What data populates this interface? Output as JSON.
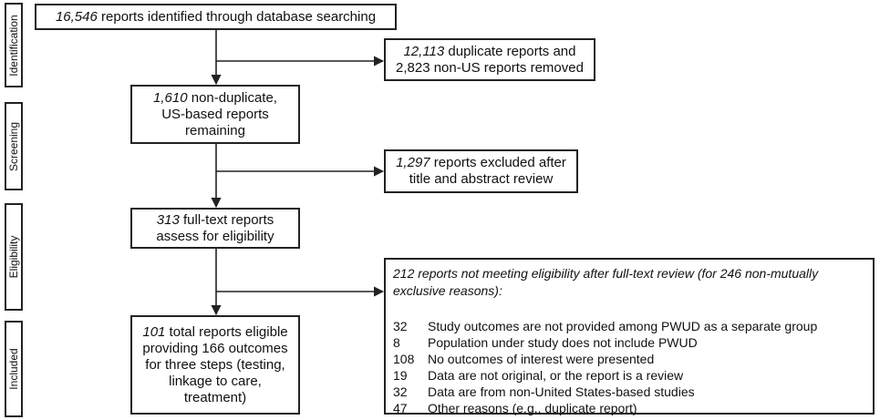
{
  "stages": [
    {
      "id": "identification",
      "label": "Identification"
    },
    {
      "id": "screening",
      "label": "Screening"
    },
    {
      "id": "eligibility",
      "label": "Eligibility"
    },
    {
      "id": "included",
      "label": "Included"
    }
  ],
  "boxes": {
    "identified": {
      "num": "16,546",
      "text": " reports identified through database searching"
    },
    "duplicates_removed": {
      "num": "12,113",
      "line1": " duplicate reports and",
      "line2": "2,823 non-US reports removed"
    },
    "non_duplicate": {
      "num": "1,610",
      "line1": " non-duplicate,",
      "line2": "US-based reports",
      "line3": "remaining"
    },
    "excluded_title": {
      "num": "1,297",
      "line1": " reports excluded after",
      "line2": "title and abstract review"
    },
    "full_text": {
      "num": "313",
      "line1": " full-text reports",
      "line2": "assess for eligibility"
    },
    "included": {
      "num": "101",
      "line1": " total reports eligible",
      "line2": "providing 166 outcomes",
      "line3": "for three steps (testing,",
      "line4": "linkage to care,",
      "line5": "treatment)"
    },
    "not_eligible": {
      "title_line1": "212 reports not meeting eligibility after full-text review (for 246 non-mutually",
      "title_line2": "exclusive reasons):",
      "reasons": [
        {
          "count": "32",
          "text": "Study outcomes are not provided among PWUD as a separate group"
        },
        {
          "count": "8",
          "text": "Population under study does not include PWUD"
        },
        {
          "count": "108",
          "text": "No outcomes of interest were presented"
        },
        {
          "count": "19",
          "text": "Data are not original, or the report is a review"
        },
        {
          "count": "32",
          "text": "Data are from non-United States-based studies"
        },
        {
          "count": "47",
          "text": "Other reasons (e.g., duplicate report)"
        }
      ]
    }
  }
}
